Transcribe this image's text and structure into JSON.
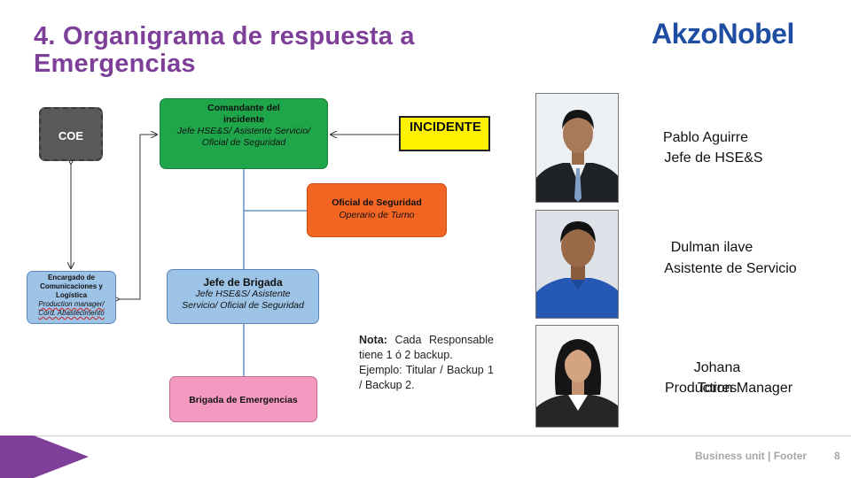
{
  "header": {
    "title": "4. Organigrama de respuesta a Emergencias",
    "logo": "AkzoNobel"
  },
  "chart": {
    "coe": "COE",
    "commander": {
      "title": "Comandante del incidente",
      "subtitle": "Jefe HSE&S/ Asistente Servicio/ Oficial de Seguridad"
    },
    "incident": "INCIDENTE",
    "safety_officer": {
      "title": "Oficial de Seguridad",
      "subtitle": "Operario de Turno"
    },
    "comms": {
      "title": "Encargado de Comunicaciones y Logística",
      "subtitle": "Production manager/ Cord. Abastecimento"
    },
    "brigade_chief": {
      "title": "Jefe de Brigada",
      "subtitle": "Jefe HSE&S/ Asistente Servicio/ Oficial de Seguridad"
    },
    "brigade": "Brigada de Emergencias"
  },
  "note": {
    "label": "Nota:",
    "text": "Cada Responsable tiene 1 ó 2 backup.",
    "example": "Ejemplo: Titular / Backup 1 / Backup 2."
  },
  "people": [
    {
      "name": "Pablo Aguirre",
      "role": "Jefe de HSE&S"
    },
    {
      "name": "Dulman ilave",
      "role": "Asistente de Servicio"
    },
    {
      "name": "Johana Torres",
      "role": "Production Manager"
    }
  ],
  "footer": {
    "text": "Business unit | Footer",
    "page": "8"
  }
}
